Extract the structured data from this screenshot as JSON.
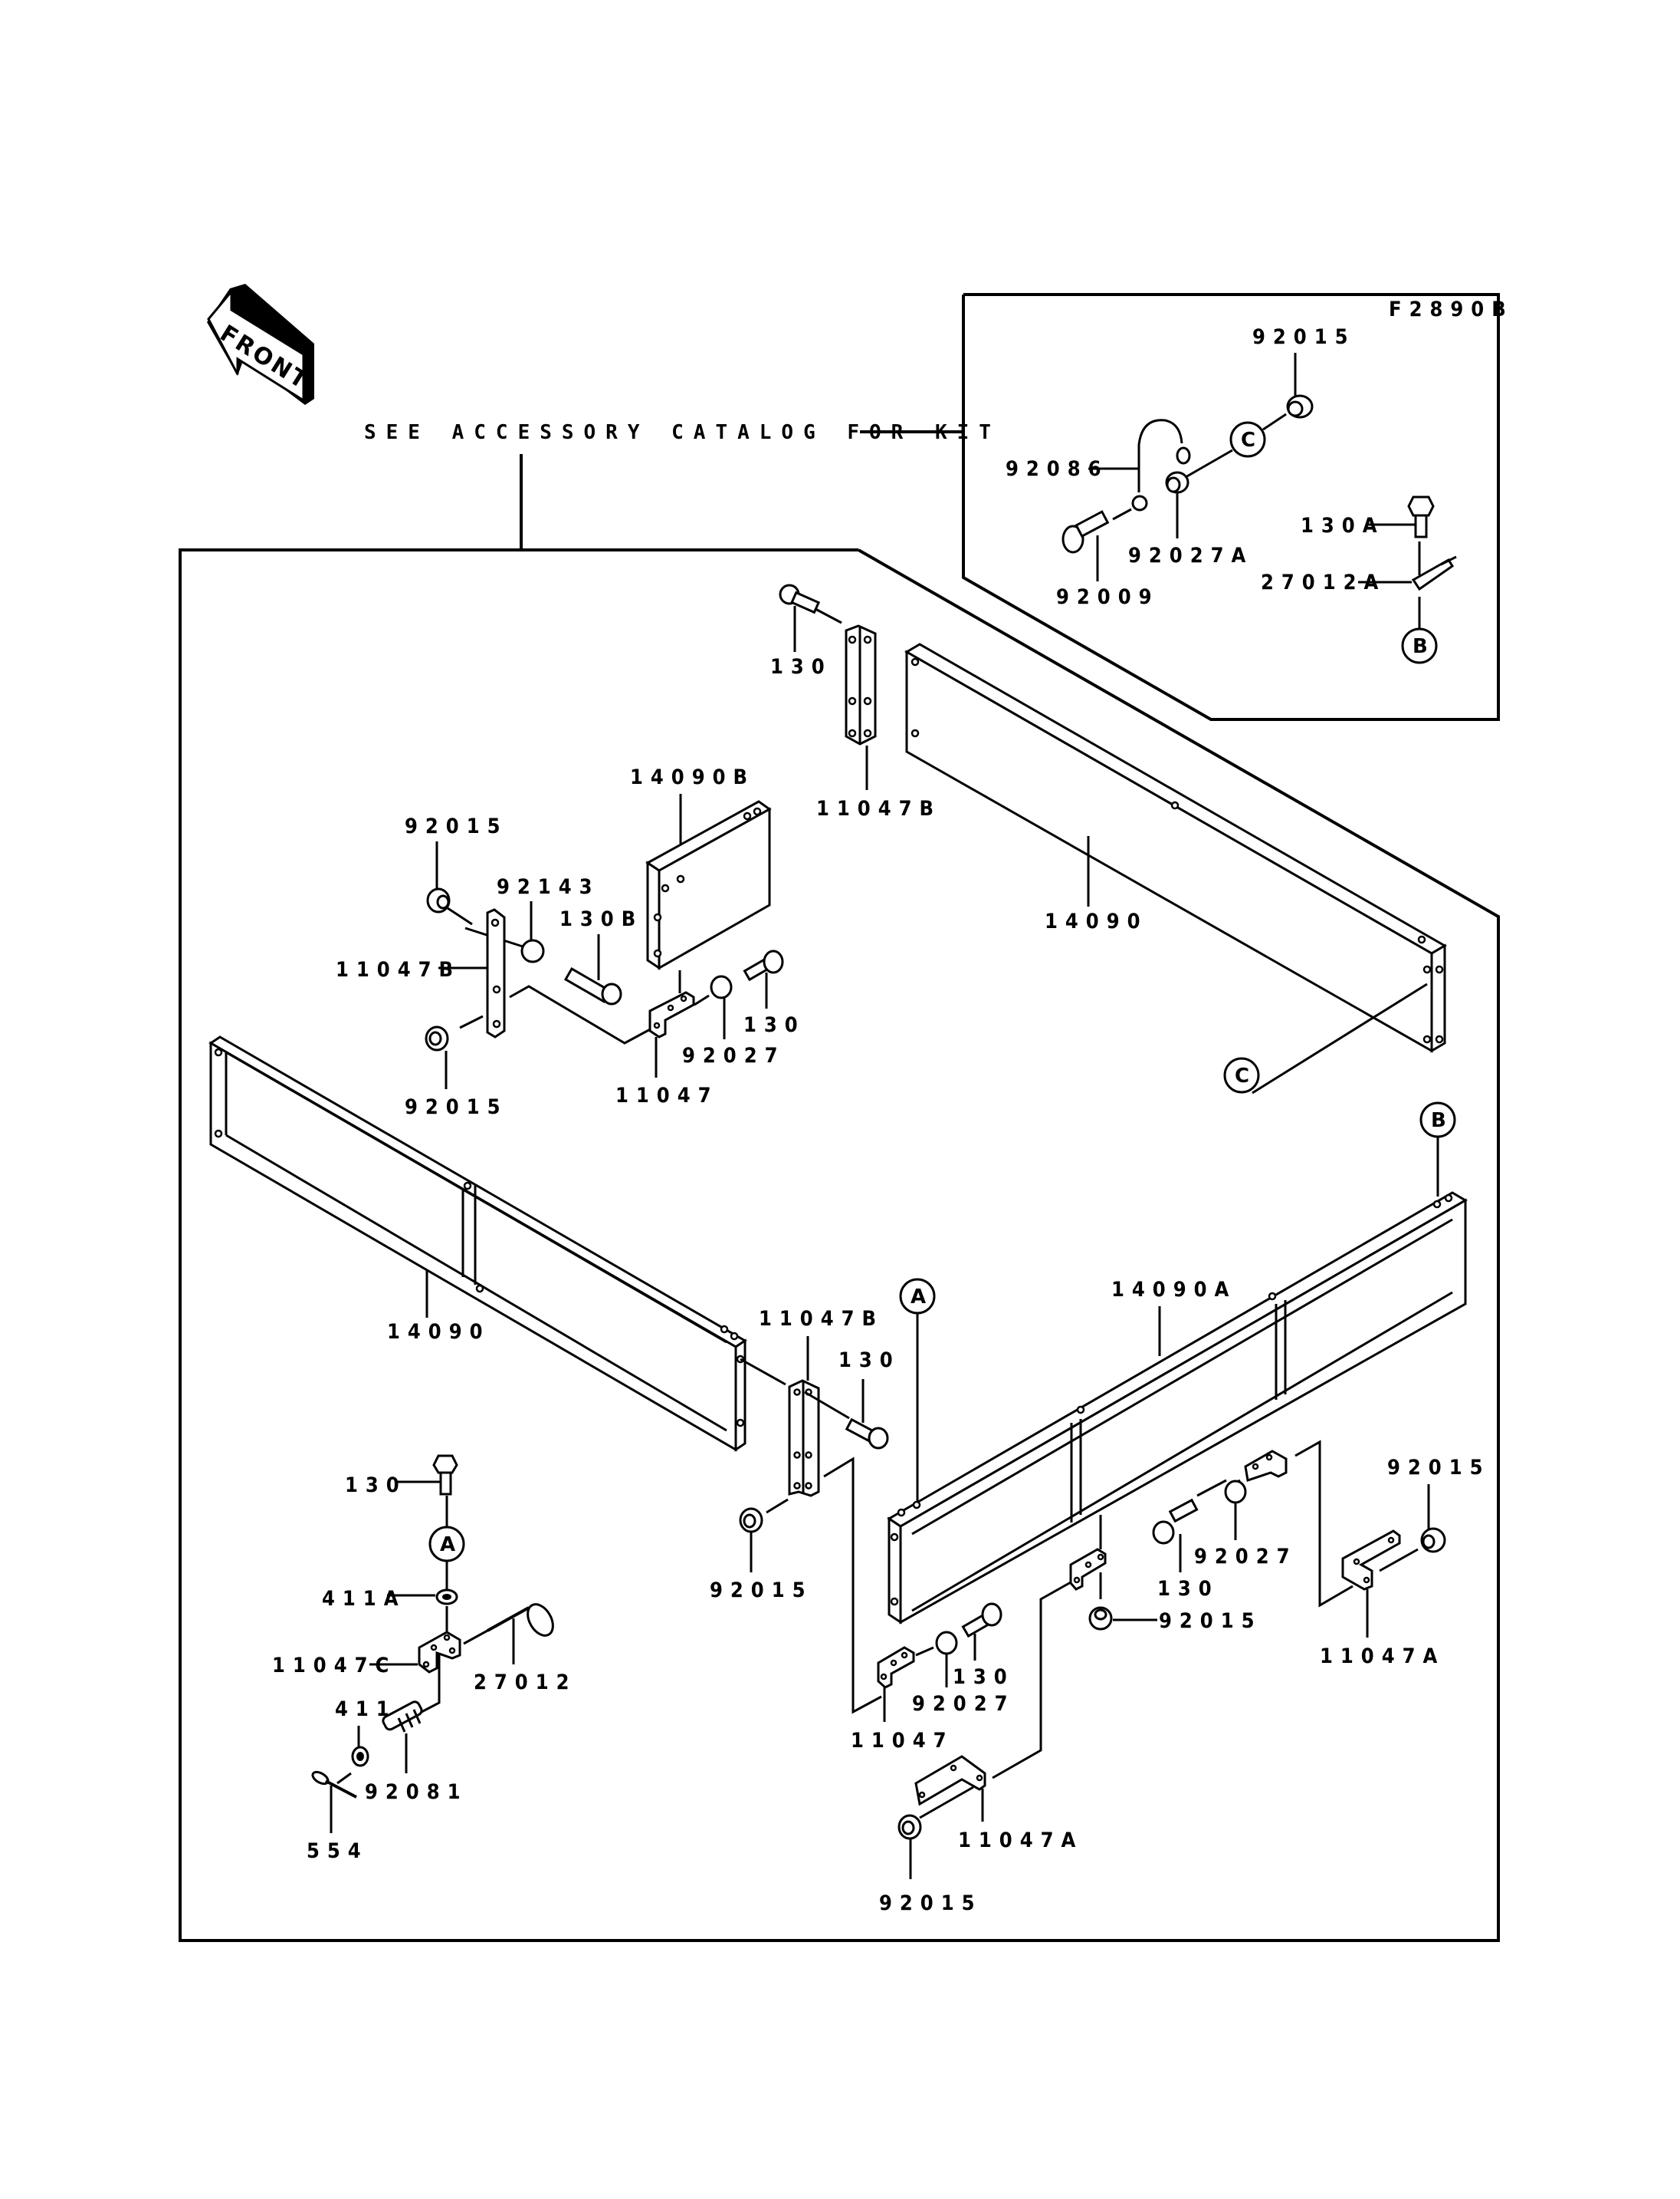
{
  "figure_code": "F2890B",
  "front_arrow_label": "FRONT",
  "note": "SEE ACCESSORY CATALOG FOR KIT",
  "colors": {
    "ink": "#000000",
    "paper": "#ffffff"
  },
  "reference_markers": {
    "a": "A",
    "b": "B",
    "c": "C"
  },
  "inset": {
    "labels": {
      "nut_92015": "92015",
      "wire_92086": "92086",
      "collar_92027a": "92027A",
      "bolt_92009": "92009",
      "bolt_130a": "130A",
      "pin_27012a": "27012A"
    }
  },
  "labels": {
    "bolt_130_top": "130",
    "bracket_11047b_top": "11047B",
    "panel_14090_top": "14090",
    "panel_14090b": "14090B",
    "nut_92015_ul": "92015",
    "collar_92143": "92143",
    "bolt_130b": "130B",
    "bracket_11047b_left": "11047B",
    "bolt_130_ul": "130",
    "collar_92027_ul": "92027",
    "nut_92015_ul_low": "92015",
    "bracket_11047_ul": "11047",
    "panel_14090_left": "14090",
    "bracket_11047b_mid": "11047B",
    "bolt_130_mid": "130",
    "nut_92015_mid": "92015",
    "panel_14090a": "14090A",
    "nut_92015_right": "92015",
    "collar_92027_right": "92027",
    "bolt_130_right": "130",
    "nut_92015_center": "92015",
    "bracket_11047a_right": "11047A",
    "bolt_130_center": "130",
    "collar_92027_center": "92027",
    "bracket_11047_center": "11047",
    "bracket_11047a_bottom": "11047A",
    "nut_92015_bottom": "92015",
    "bolt_130_ll": "130",
    "washer_411a": "411A",
    "bracket_11047c": "11047C",
    "pin_27012": "27012",
    "washer_411": "411",
    "spring_92081": "92081",
    "clip_554": "554"
  }
}
